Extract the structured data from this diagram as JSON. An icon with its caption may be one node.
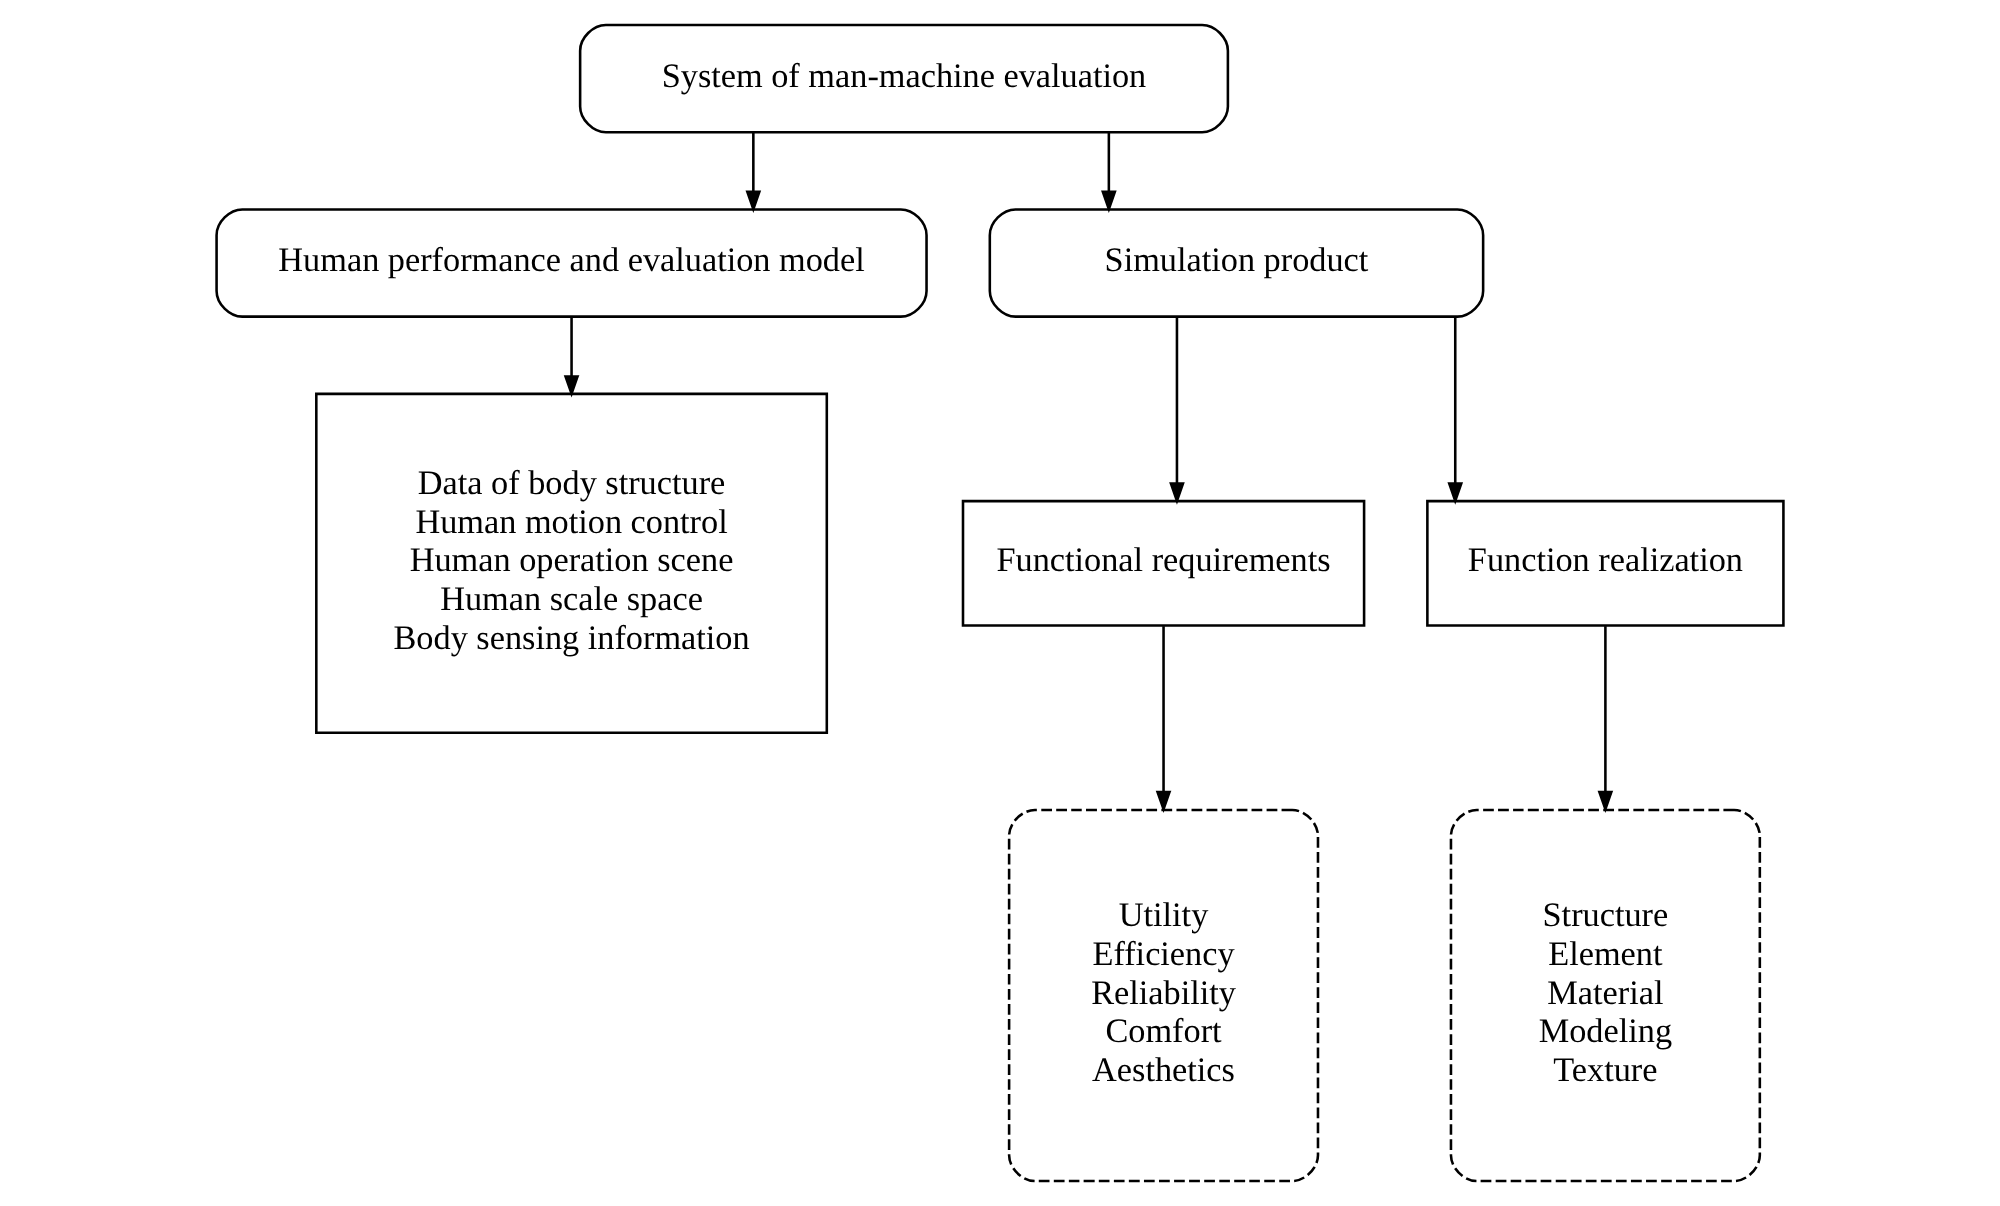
{
  "diagram": {
    "nodes": [
      {
        "text": [
          "System of man-machine evaluation"
        ]
      },
      {
        "text": [
          "Human performance and evaluation model"
        ]
      },
      {
        "text": [
          "Simulation product"
        ]
      },
      {
        "text": [
          "Data of body structure",
          "Human motion control",
          "Human operation scene",
          "Human scale space",
          "Body sensing information"
        ]
      },
      {
        "text": [
          "Functional requirements"
        ]
      },
      {
        "text": [
          "Function realization"
        ]
      },
      {
        "text": [
          "Utility",
          "Efficiency",
          "Reliability",
          "Comfort",
          "Aesthetics"
        ]
      },
      {
        "text": [
          "Structure",
          "Element",
          "Material",
          "Modeling",
          "Texture"
        ]
      }
    ],
    "edges": [
      {
        "from": 0,
        "to": 1,
        "arrow": "to"
      },
      {
        "from": 0,
        "to": 2,
        "arrow": "to"
      },
      {
        "from": 1,
        "to": 3,
        "arrow": "to"
      },
      {
        "from": 2,
        "to": 4,
        "arrow": "to"
      },
      {
        "from": 2,
        "to": 5,
        "arrow": "to"
      },
      {
        "from": 4,
        "to": 6,
        "arrow": "to"
      },
      {
        "from": 5,
        "to": 7,
        "arrow": "to"
      }
    ]
  }
}
